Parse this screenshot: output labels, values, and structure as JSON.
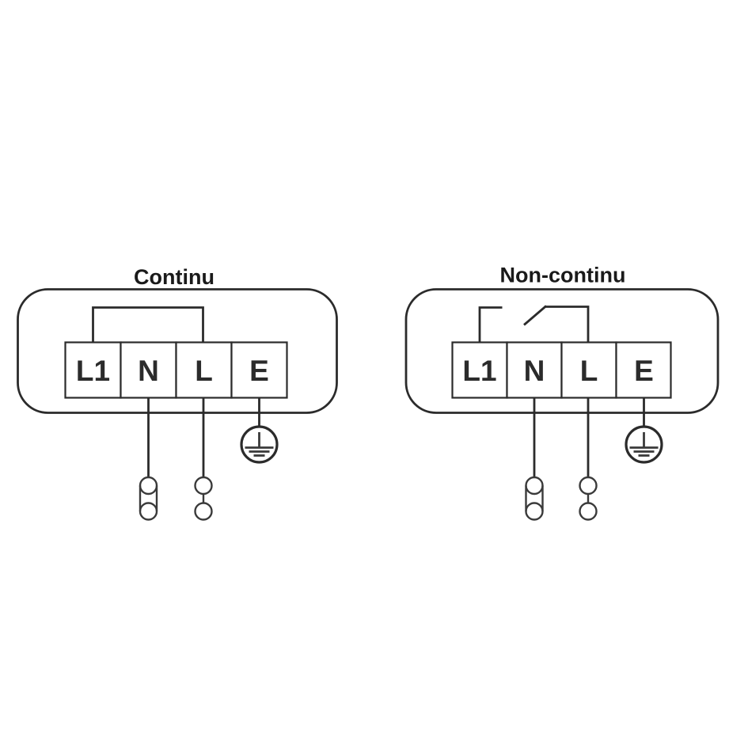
{
  "colors": {
    "line": "#2b2b2b",
    "title_text": "#1a1a1a",
    "background": "#ffffff"
  },
  "diagrams": [
    {
      "title": "Continu",
      "bridge_type": "continuous-jumper",
      "terminals": [
        "L1",
        "N",
        "L",
        "E"
      ],
      "symbols": [
        "earth-ground",
        "neutral-connector",
        "line-connector"
      ]
    },
    {
      "title": "Non-continu",
      "bridge_type": "switched-jumper",
      "terminals": [
        "L1",
        "N",
        "L",
        "E"
      ],
      "symbols": [
        "earth-ground",
        "neutral-connector",
        "line-connector"
      ]
    }
  ]
}
